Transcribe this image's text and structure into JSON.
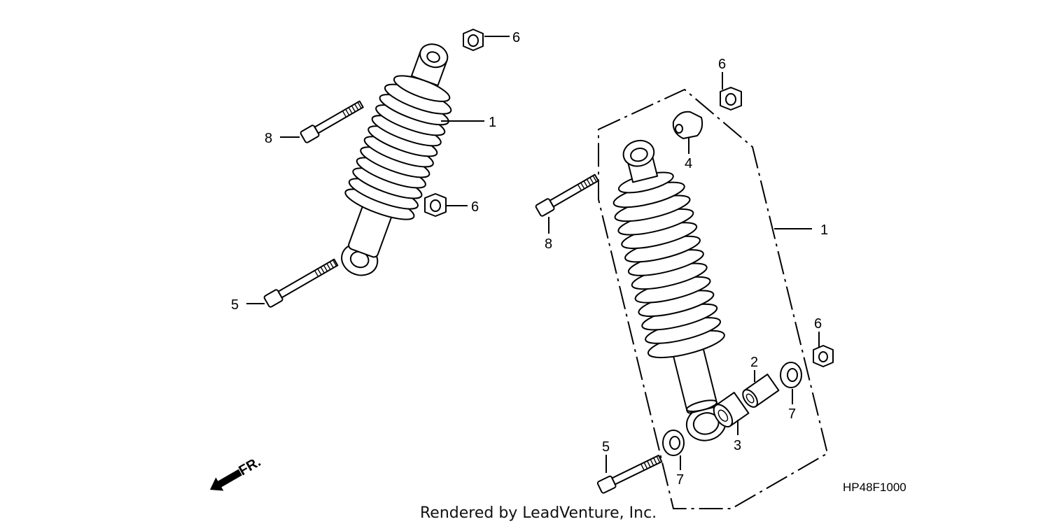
{
  "callouts": {
    "left_shock_1": "1",
    "left_nut_6a": "6",
    "left_nut_6b": "6",
    "left_bolt_8": "8",
    "left_bolt_5": "5",
    "right_shock_1": "1",
    "right_nut_6a": "6",
    "right_nut_6b": "6",
    "right_bushing_4": "4",
    "right_bolt_8": "8",
    "right_collar_2": "2",
    "right_bearing_3": "3",
    "right_washer_7a": "7",
    "right_washer_7b": "7",
    "right_bolt_5": "5"
  },
  "front_indicator": "FR.",
  "diagram_code": "HP48F1000",
  "watermark": "Rendered by LeadVenture, Inc."
}
